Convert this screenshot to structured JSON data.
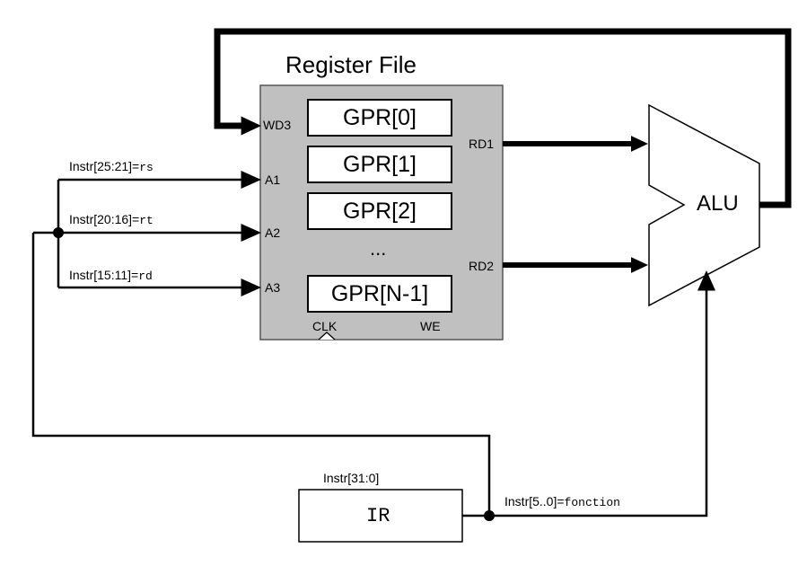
{
  "register_file": {
    "title": "Register File",
    "ports": {
      "wd3": "WD3",
      "a1": "A1",
      "a2": "A2",
      "a3": "A3",
      "rd1": "RD1",
      "rd2": "RD2",
      "clk": "CLK",
      "we": "WE"
    },
    "registers": [
      "GPR[0]",
      "GPR[1]",
      "GPR[2]",
      "GPR[N-1]"
    ],
    "ellipsis": "..."
  },
  "alu": {
    "label": "ALU"
  },
  "ir": {
    "label": "IR",
    "width_label": "Instr[31:0]"
  },
  "signals": {
    "rs": {
      "prefix": "Instr[25:21]=",
      "name": "rs"
    },
    "rt": {
      "prefix": "Instr[20:16]=",
      "name": "rt"
    },
    "rd": {
      "prefix": "Instr[15:11]=",
      "name": "rd"
    },
    "funct": {
      "prefix": "Instr[5..0]=",
      "name": "fonction"
    }
  },
  "colors": {
    "register_file_fill": "#c0c0c0",
    "wire": "#000000",
    "box_fill": "#ffffff"
  }
}
